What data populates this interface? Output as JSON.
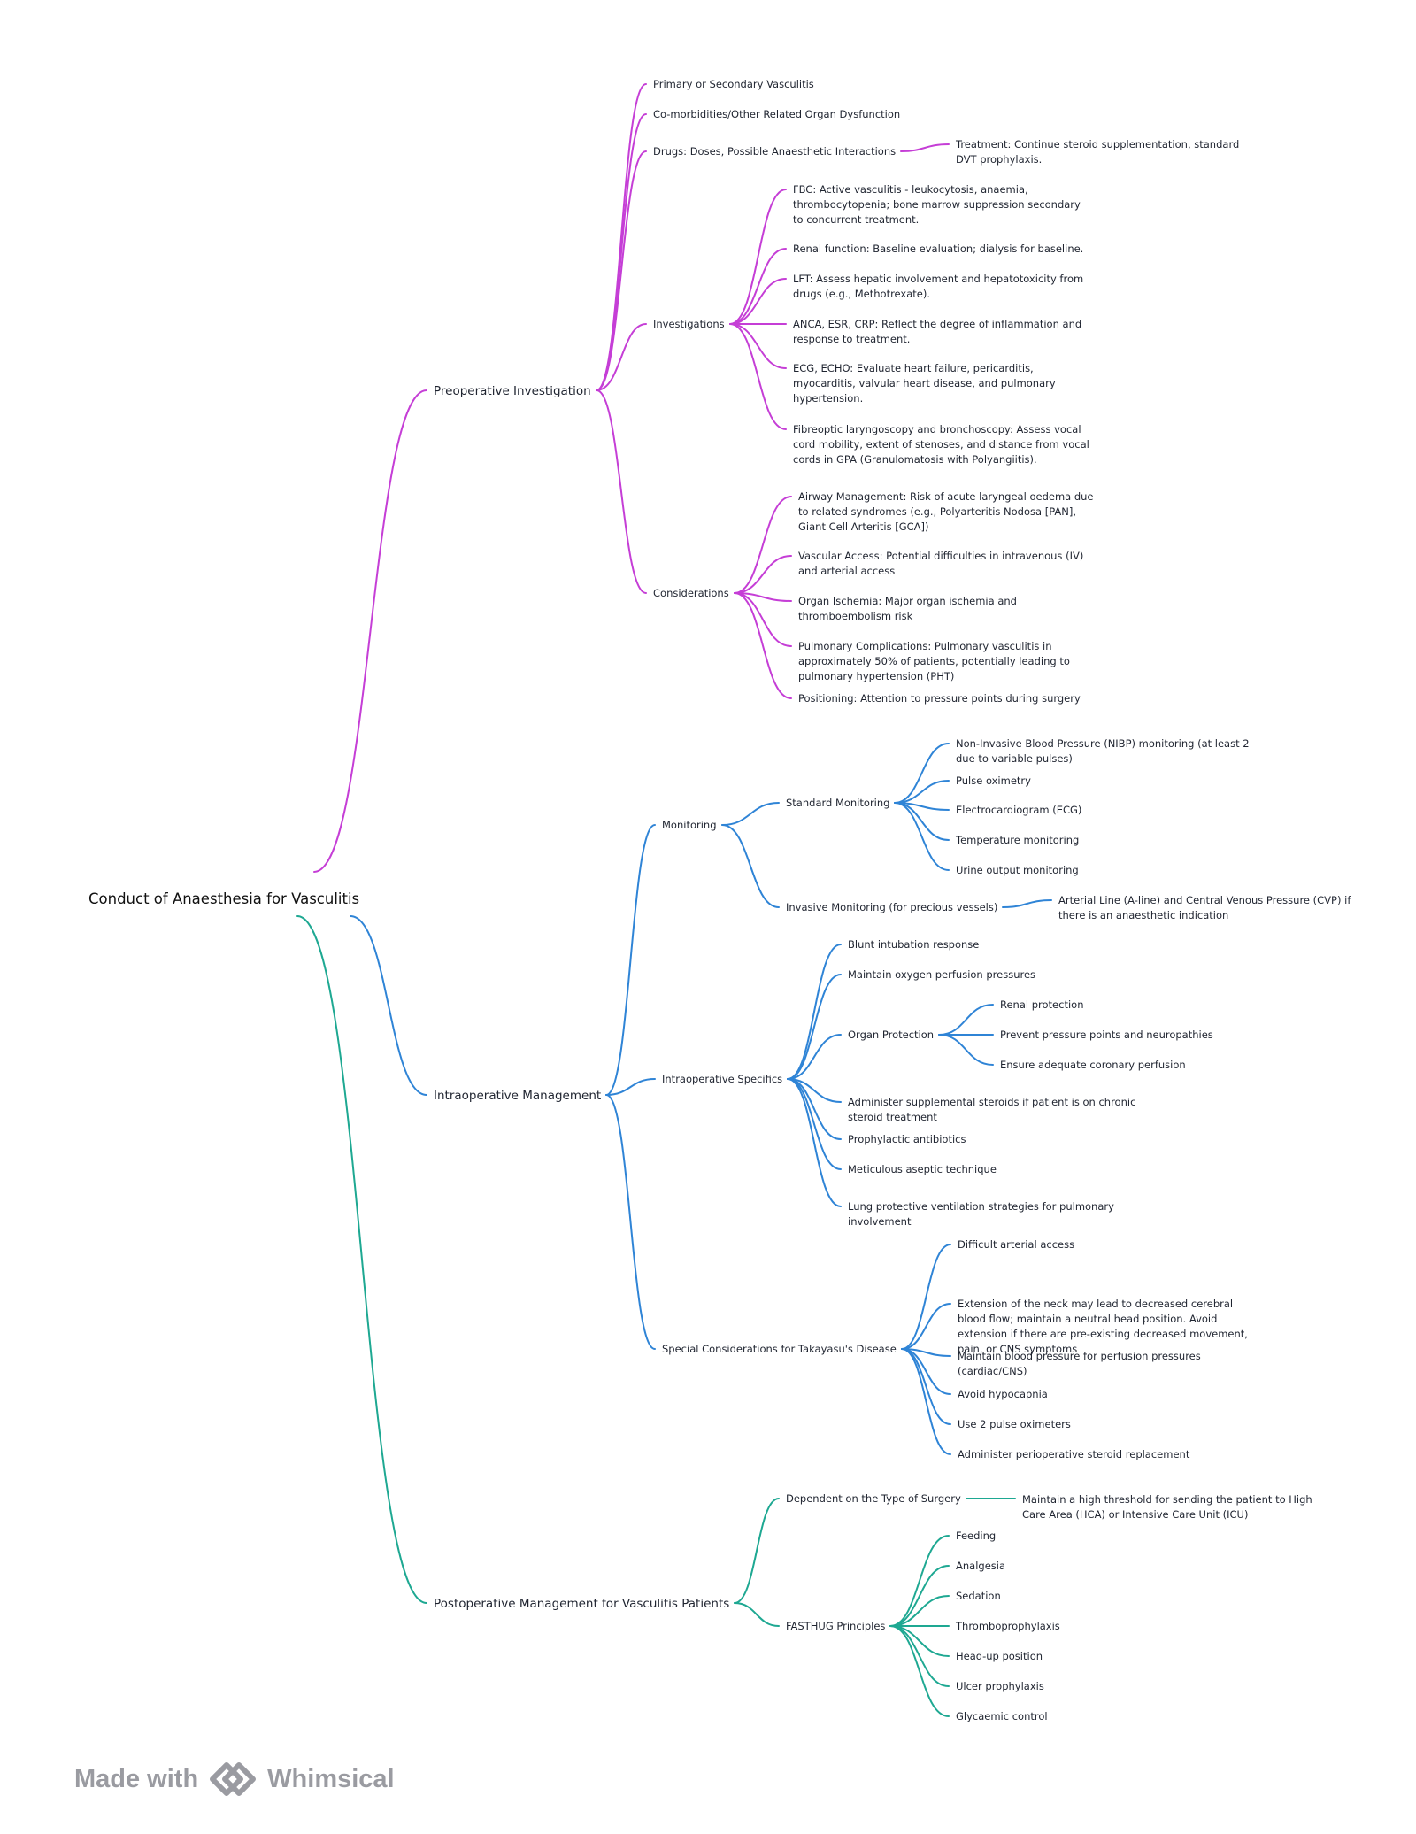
{
  "colors": {
    "preop": "#c53ed6",
    "intraop": "#2f84d6",
    "postop": "#1ea892"
  },
  "root": "Conduct of Anaesthesia for Vasculitis",
  "nodes": [
    {
      "id": "preop",
      "label": "Preoperative Investigation",
      "parent": "root",
      "color": "preop"
    },
    {
      "id": "pre_a",
      "label": "Primary or Secondary Vasculitis",
      "parent": "preop",
      "color": "preop"
    },
    {
      "id": "pre_b",
      "label": "Co-morbidities/Other Related Organ Dysfunction",
      "parent": "preop",
      "color": "preop"
    },
    {
      "id": "pre_c",
      "label": "Drugs: Doses, Possible Anaesthetic Interactions",
      "parent": "preop",
      "color": "preop"
    },
    {
      "id": "pre_c1",
      "label": "Treatment: Continue steroid supplementation, standard\nDVT prophylaxis.",
      "parent": "pre_c",
      "color": "preop"
    },
    {
      "id": "inv",
      "label": "Investigations",
      "parent": "preop",
      "color": "preop"
    },
    {
      "id": "inv1",
      "label": "FBC: Active vasculitis - leukocytosis, anaemia,\nthrombocytopenia; bone marrow suppression secondary\nto concurrent treatment.",
      "parent": "inv",
      "color": "preop"
    },
    {
      "id": "inv2",
      "label": "Renal function: Baseline evaluation; dialysis for baseline.",
      "parent": "inv",
      "color": "preop"
    },
    {
      "id": "inv3",
      "label": "LFT: Assess hepatic involvement and hepatotoxicity from\ndrugs (e.g., Methotrexate).",
      "parent": "inv",
      "color": "preop"
    },
    {
      "id": "inv4",
      "label": "ANCA, ESR, CRP: Reflect the degree of inflammation and\nresponse to treatment.",
      "parent": "inv",
      "color": "preop"
    },
    {
      "id": "inv5",
      "label": "ECG, ECHO: Evaluate heart failure, pericarditis,\nmyocarditis, valvular heart disease, and pulmonary\nhypertension.",
      "parent": "inv",
      "color": "preop"
    },
    {
      "id": "inv6",
      "label": "Fibreoptic laryngoscopy and bronchoscopy: Assess vocal\ncord mobility, extent of stenoses, and distance from vocal\ncords in GPA (Granulomatosis with Polyangiitis).",
      "parent": "inv",
      "color": "preop"
    },
    {
      "id": "con",
      "label": "Considerations",
      "parent": "preop",
      "color": "preop"
    },
    {
      "id": "con1",
      "label": "Airway Management: Risk of acute laryngeal oedema due\nto related syndromes (e.g., Polyarteritis Nodosa [PAN],\nGiant Cell Arteritis [GCA])",
      "parent": "con",
      "color": "preop"
    },
    {
      "id": "con2",
      "label": "Vascular Access: Potential difficulties in intravenous (IV)\nand arterial access",
      "parent": "con",
      "color": "preop"
    },
    {
      "id": "con3",
      "label": "Organ Ischemia: Major organ ischemia and\nthromboembolism risk",
      "parent": "con",
      "color": "preop"
    },
    {
      "id": "con4",
      "label": "Pulmonary Complications: Pulmonary vasculitis in\napproximately 50% of patients, potentially leading to\npulmonary hypertension (PHT)",
      "parent": "con",
      "color": "preop"
    },
    {
      "id": "con5",
      "label": "Positioning: Attention to pressure points during surgery",
      "parent": "con",
      "color": "preop"
    },
    {
      "id": "intra",
      "label": "Intraoperative Management",
      "parent": "root",
      "color": "intraop"
    },
    {
      "id": "mon",
      "label": "Monitoring",
      "parent": "intra",
      "color": "intraop"
    },
    {
      "id": "smon",
      "label": "Standard Monitoring",
      "parent": "mon",
      "color": "intraop"
    },
    {
      "id": "smon1",
      "label": "Non-Invasive Blood Pressure (NIBP) monitoring (at least 2\ndue to variable pulses)",
      "parent": "smon",
      "color": "intraop"
    },
    {
      "id": "smon2",
      "label": "Pulse oximetry",
      "parent": "smon",
      "color": "intraop"
    },
    {
      "id": "smon3",
      "label": "Electrocardiogram (ECG)",
      "parent": "smon",
      "color": "intraop"
    },
    {
      "id": "smon4",
      "label": "Temperature monitoring",
      "parent": "smon",
      "color": "intraop"
    },
    {
      "id": "smon5",
      "label": "Urine output monitoring",
      "parent": "smon",
      "color": "intraop"
    },
    {
      "id": "imon",
      "label": "Invasive Monitoring (for precious vessels)",
      "parent": "mon",
      "color": "intraop"
    },
    {
      "id": "imon1",
      "label": "Arterial Line (A-line) and Central Venous Pressure (CVP) if\nthere is an anaesthetic indication",
      "parent": "imon",
      "color": "intraop"
    },
    {
      "id": "ispec",
      "label": "Intraoperative Specifics",
      "parent": "intra",
      "color": "intraop"
    },
    {
      "id": "is1",
      "label": "Blunt intubation response",
      "parent": "ispec",
      "color": "intraop"
    },
    {
      "id": "is2",
      "label": "Maintain oxygen perfusion pressures",
      "parent": "ispec",
      "color": "intraop"
    },
    {
      "id": "orgp",
      "label": "Organ Protection",
      "parent": "ispec",
      "color": "intraop"
    },
    {
      "id": "orgp1",
      "label": "Renal protection",
      "parent": "orgp",
      "color": "intraop"
    },
    {
      "id": "orgp2",
      "label": "Prevent pressure points and neuropathies",
      "parent": "orgp",
      "color": "intraop"
    },
    {
      "id": "orgp3",
      "label": "Ensure adequate coronary perfusion",
      "parent": "orgp",
      "color": "intraop"
    },
    {
      "id": "is3",
      "label": "Administer supplemental steroids if patient is on chronic\nsteroid treatment",
      "parent": "ispec",
      "color": "intraop"
    },
    {
      "id": "is4",
      "label": "Prophylactic antibiotics",
      "parent": "ispec",
      "color": "intraop"
    },
    {
      "id": "is5",
      "label": "Meticulous aseptic technique",
      "parent": "ispec",
      "color": "intraop"
    },
    {
      "id": "is6",
      "label": "Lung protective ventilation strategies for pulmonary\ninvolvement",
      "parent": "ispec",
      "color": "intraop"
    },
    {
      "id": "tak",
      "label": "Special Considerations for Takayasu's Disease",
      "parent": "intra",
      "color": "intraop"
    },
    {
      "id": "tak1",
      "label": "Difficult arterial access",
      "parent": "tak",
      "color": "intraop"
    },
    {
      "id": "tak2",
      "label": "Extension of the neck may lead to decreased cerebral\nblood flow; maintain a neutral head position. Avoid\nextension if there are pre-existing decreased movement,\npain, or CNS symptoms",
      "parent": "tak",
      "color": "intraop"
    },
    {
      "id": "tak3",
      "label": "Maintain blood pressure for perfusion pressures\n(cardiac/CNS)",
      "parent": "tak",
      "color": "intraop"
    },
    {
      "id": "tak4",
      "label": "Avoid hypocapnia",
      "parent": "tak",
      "color": "intraop"
    },
    {
      "id": "tak5",
      "label": "Use 2 pulse oximeters",
      "parent": "tak",
      "color": "intraop"
    },
    {
      "id": "tak6",
      "label": "Administer perioperative steroid replacement",
      "parent": "tak",
      "color": "intraop"
    },
    {
      "id": "post",
      "label": "Postoperative Management for Vasculitis Patients",
      "parent": "root",
      "color": "postop"
    },
    {
      "id": "dep",
      "label": "Dependent on the Type of Surgery",
      "parent": "post",
      "color": "postop"
    },
    {
      "id": "dep1",
      "label": "Maintain a high threshold for sending the patient to High\nCare Area (HCA) or Intensive Care Unit (ICU)",
      "parent": "dep",
      "color": "postop"
    },
    {
      "id": "fast",
      "label": "FASTHUG Principles",
      "parent": "post",
      "color": "postop"
    },
    {
      "id": "f1",
      "label": "Feeding",
      "parent": "fast",
      "color": "postop"
    },
    {
      "id": "f2",
      "label": "Analgesia",
      "parent": "fast",
      "color": "postop"
    },
    {
      "id": "f3",
      "label": "Sedation",
      "parent": "fast",
      "color": "postop"
    },
    {
      "id": "f4",
      "label": "Thromboprophylaxis",
      "parent": "fast",
      "color": "postop"
    },
    {
      "id": "f5",
      "label": "Head-up position",
      "parent": "fast",
      "color": "postop"
    },
    {
      "id": "f6",
      "label": "Ulcer prophylaxis",
      "parent": "fast",
      "color": "postop"
    },
    {
      "id": "f7",
      "label": "Glycaemic control",
      "parent": "fast",
      "color": "postop"
    }
  ],
  "watermark": {
    "prefix": "Made with",
    "brand": "Whimsical",
    "logo_icon": "whimsical-logo-icon"
  }
}
